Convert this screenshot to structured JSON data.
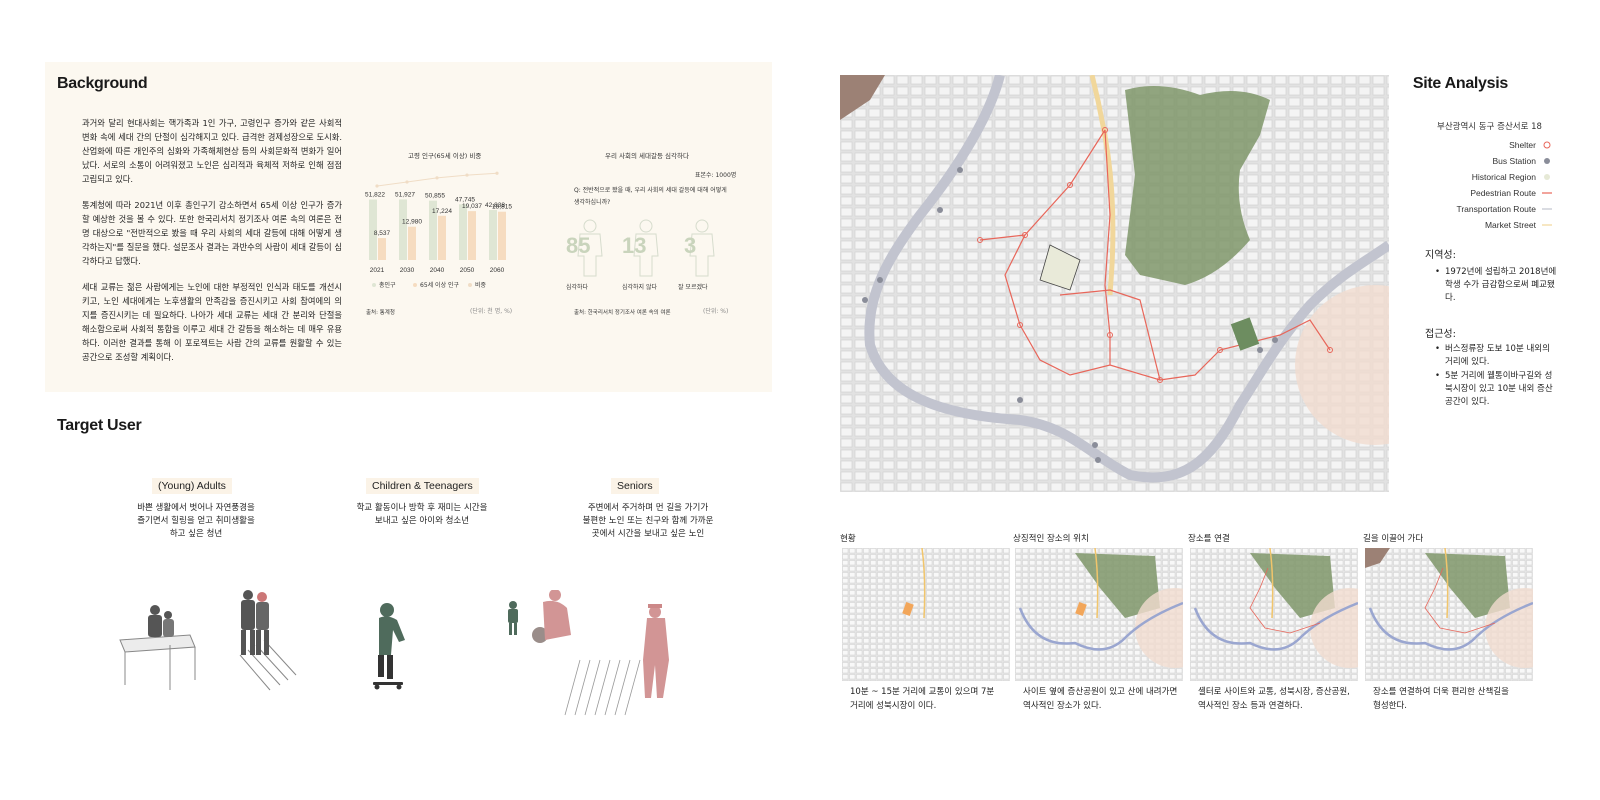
{
  "background": {
    "title": "Background",
    "paragraphs": [
      "과거와 달리 현대사회는 핵가족과 1인 가구, 고령인구 증가와 같은 사회적 변화 속에 세대 간의 단절이 심각해지고 있다. 급격한 경제성장으로 도시화.산업화에 따른 개인주의 심화와 가족해체현상 등의 사회문화적 변화가 일어났다. 서로의 소통이 어려워졌고 노인은 심리적과 육체적 저하로 인해 점점 고립되고 있다.",
      "통계청에 따라 2021년 이후 총인구기 감소하면서 65세 이상 인구가 증가할 예상한 것을 볼 수 있다. 또한 한국리서치 정기조사 여론 속의 여론은 전명 대상으로 \"전반적으로 봤을 때 우리 사회의 세대 갈등에 대해 어떻게 생각하는지\"를 질문을 했다. 설문조사 결과는 과반수의 사람이 세대 갈등이 심각하다고 답했다.",
      "세대 교류는 젊은 사람에게는 노인에 대한 부정적인 인식과 태도를 개선시키고, 노인 세대에게는 노후생활의 만족감을 증진시키고 사회 참여에의 의지를 증진시키는 데 필요하다. 나아가 세대 교류는 세대 간 분리와 단절을 해소함으로써 사회적 통합을 이루고 세대 간 갈등을 해소하는 데 매우 유용하다. 이러한 결과를 통해 이 포로젝트는 사람 간의 교류를 원활할 수 있는 공간으로 조성할 계획이다."
    ]
  },
  "chart_data": [
    {
      "type": "bar",
      "title": "고령 인구(65세 이상) 비중",
      "categories": [
        "2021",
        "2030",
        "2040",
        "2050",
        "2060"
      ],
      "series": [
        {
          "name": "총인구",
          "values": [
            51822,
            51927,
            50855,
            47745,
            42838
          ],
          "color": "#dfe6d4"
        },
        {
          "name": "65세 이상 인구",
          "values": [
            8537,
            12980,
            17224,
            19037,
            18815
          ],
          "color": "#f6dcc0"
        },
        {
          "name": "비중",
          "type": "line",
          "values": [
            16.5,
            25.0,
            33.9,
            39.9,
            43.9
          ],
          "color": "#f0ddc6"
        }
      ],
      "value_labels": [
        "51,822",
        "51,927",
        "50,855",
        "47,745",
        "42,838",
        "8,537",
        "12,980",
        "17,224",
        "19,037",
        "18,815"
      ],
      "legend": [
        "총인구",
        "65세 이상 인구",
        "비중"
      ],
      "source": "출처: 통계청",
      "unit": "(단위: 천 명, %)",
      "ylim": [
        0,
        60000
      ]
    },
    {
      "type": "table",
      "title": "우리 사회의 세대갈등 심각하다",
      "respondents": "표본수: 1000명",
      "question": "Q: 전반적으로 봤을 때, 우리 사회의 세대 갈등에 대해 어떻게 생각하십니까?",
      "categories": [
        "심각하다",
        "심각하지 않다",
        "잘 모르겠다"
      ],
      "values": [
        85,
        13,
        3
      ],
      "source": "출처: 한국리서치 정기조사 여론 속의 여론",
      "unit": "(단위: %)"
    }
  ],
  "target_user": {
    "title": "Target User",
    "groups": [
      {
        "label": "(Young) Adults",
        "desc_lines": [
          "바쁜 생활에서 벗어나 자연풍경을",
          "즐기면서 힐링을 얻고 취미생활을",
          "하고 싶은 청년"
        ]
      },
      {
        "label": "Children & Teenagers",
        "desc_lines": [
          "학교 활동이나 방학 후 재미는 시간을",
          "보내고 싶은 아이와 청소년"
        ]
      },
      {
        "label": "Seniors",
        "desc_lines": [
          "주변에서 주거하며 먼 길을 가기가",
          "불편한 노인 또는 친구와 함께 가까운",
          "곳에서 시간을 보내고 싶은 노인"
        ]
      }
    ]
  },
  "site_analysis": {
    "title": "Site Analysis",
    "address": "부산광역시 동구 증산서로 18",
    "legend": [
      {
        "label": "Shelter",
        "mark": "circle-outline",
        "color": "#e8665a"
      },
      {
        "label": "Bus Station",
        "mark": "dot",
        "color": "#8a8d99"
      },
      {
        "label": "Historical Region",
        "mark": "dot",
        "color": "#e6e9d6"
      },
      {
        "label": "Pedestrian Route",
        "mark": "line",
        "color": "#e8665a"
      },
      {
        "label": "Transportation Route",
        "mark": "line",
        "color": "#c2c4cf"
      },
      {
        "label": "Market Street",
        "mark": "line",
        "color": "#f1d79b"
      }
    ],
    "region_title": "지역성:",
    "region_items": [
      "1972년에 설립하고 2018년에 학생 수가 급감함으로써 폐교됐다."
    ],
    "access_title": "접근성:",
    "access_items": [
      "버스정류장 도보 10분 내외의 거리에 있다.",
      "5분 거리에 웰통이바구길와 성북시장이 있고 10분 내외 증산공간이 있다."
    ]
  },
  "steps": [
    {
      "label": "현황",
      "desc_lines": [
        "10분 ~ 15분 거리에 교통이 있으며 7분",
        "거리에 성북시장이 이다."
      ]
    },
    {
      "label": "상징적인 장소의 위치",
      "desc_lines": [
        "사이트 옆에 증산공원이 있고 산에 내려가면",
        "역사적인 장소가 있다."
      ]
    },
    {
      "label": "장소를 연결",
      "desc_lines": [
        "셸터로 사이트와 교통, 성북시장, 증산공원,",
        "역사적인 장소 등과 연결하다."
      ]
    },
    {
      "label": "길을 이끌어 가다",
      "desc_lines": [
        "장소를 연결하여 더욱 편리한 산책길을",
        "형성한다."
      ]
    }
  ]
}
